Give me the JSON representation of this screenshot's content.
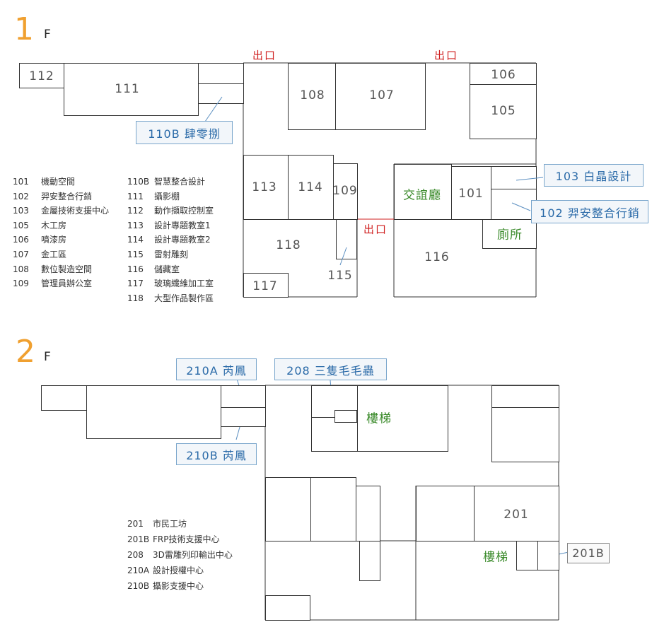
{
  "floor1": {
    "number": "1",
    "suffix": "F",
    "exits": [
      "出口",
      "出口",
      "出口"
    ],
    "rooms": {
      "r112": "112",
      "r111": "111",
      "r108": "108",
      "r107": "107",
      "r106": "106",
      "r105": "105",
      "r113": "113",
      "r114": "114",
      "r109": "109",
      "r101": "101",
      "r118": "118",
      "r117": "117",
      "r115": "115",
      "r116": "116",
      "lobby": "交誼廳",
      "toilet": "廁所"
    },
    "callouts": {
      "c110b": "110B 肆零捌",
      "c103": "103 白晶設計",
      "c102": "102 羿安整合行銷"
    },
    "legend_left": [
      {
        "code": "101",
        "name": "機動空間"
      },
      {
        "code": "102",
        "name": "羿安整合行銷"
      },
      {
        "code": "103",
        "name": "金屬技術支援中心"
      },
      {
        "code": "105",
        "name": "木工房"
      },
      {
        "code": "106",
        "name": "噴漆房"
      },
      {
        "code": "107",
        "name": "金工區"
      },
      {
        "code": "108",
        "name": "數位製造空間"
      },
      {
        "code": "109",
        "name": "管理員辦公室"
      }
    ],
    "legend_right": [
      {
        "code": "110B",
        "name": "智慧整合設計"
      },
      {
        "code": "111",
        "name": "攝影棚"
      },
      {
        "code": "112",
        "name": "動作擷取控制室"
      },
      {
        "code": "113",
        "name": "設計專題教室1"
      },
      {
        "code": "114",
        "name": "設計專題教室2"
      },
      {
        "code": "115",
        "name": "雷射雕刻"
      },
      {
        "code": "116",
        "name": "儲藏室"
      },
      {
        "code": "117",
        "name": "玻璃纖維加工室"
      },
      {
        "code": "118",
        "name": "大型作品製作區"
      }
    ]
  },
  "floor2": {
    "number": "2",
    "suffix": "F",
    "rooms": {
      "r201": "201",
      "stairs1": "樓梯",
      "stairs2": "樓梯"
    },
    "callouts": {
      "c210a": "210A 芮鳳",
      "c208": "208 三隻毛毛蟲",
      "c210b": "210B 芮鳳",
      "c201b": "201B"
    },
    "legend": [
      {
        "code": "201",
        "name": "市民工坊"
      },
      {
        "code": "201B",
        "name": "FRP技術支援中心"
      },
      {
        "code": "208",
        "name": "3D雷雕列印輸出中心"
      },
      {
        "code": "210A",
        "name": "設計授權中心"
      },
      {
        "code": "210B",
        "name": "攝影支援中心"
      }
    ]
  },
  "colors": {
    "floor_number": "#f0a030",
    "exit": "#d02020",
    "callout_text": "#2a6aa8",
    "green_label": "#3a8a2a",
    "wall": "#333333"
  }
}
